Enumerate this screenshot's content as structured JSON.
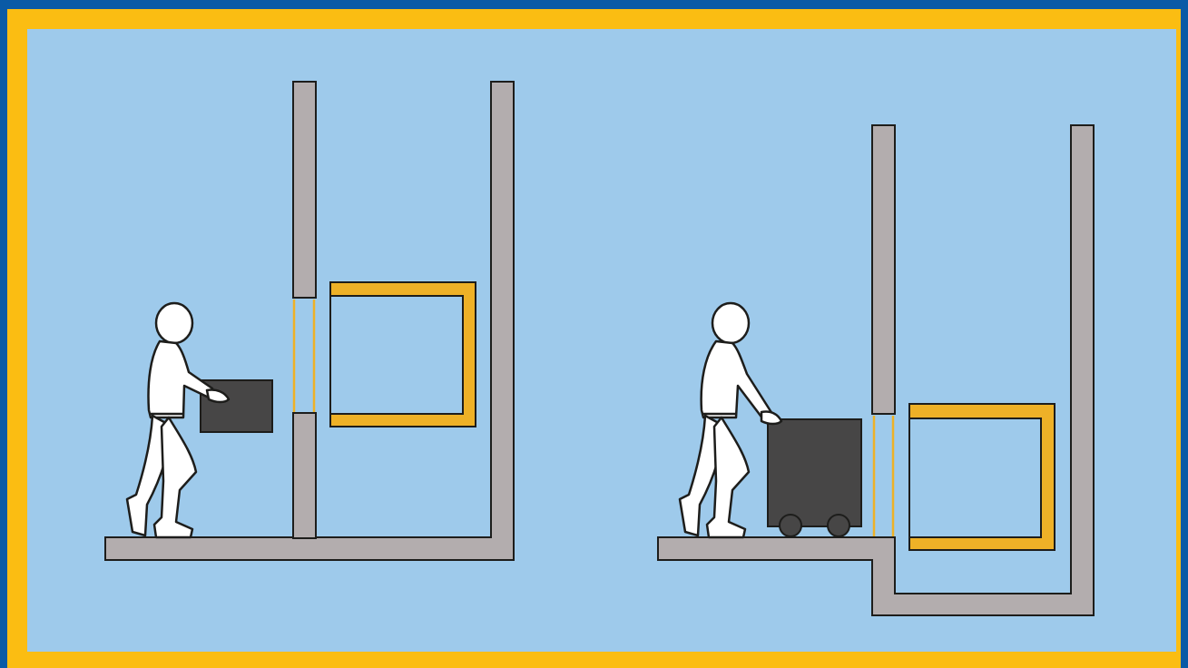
{
  "diagram": {
    "scenes": [
      {
        "name": "loading-box-through-opening",
        "load": "box"
      },
      {
        "name": "loading-cart-at-floor-level",
        "load": "cart"
      }
    ],
    "colors": {
      "outer_border": "#0a5aa6",
      "frame": "#fbbd12",
      "background": "#9ecaeb",
      "wall": "#b3adae",
      "outline": "#1d1d1b",
      "lift_car": "#eeb127",
      "cargo": "#474646",
      "person": "#ffffff"
    }
  }
}
